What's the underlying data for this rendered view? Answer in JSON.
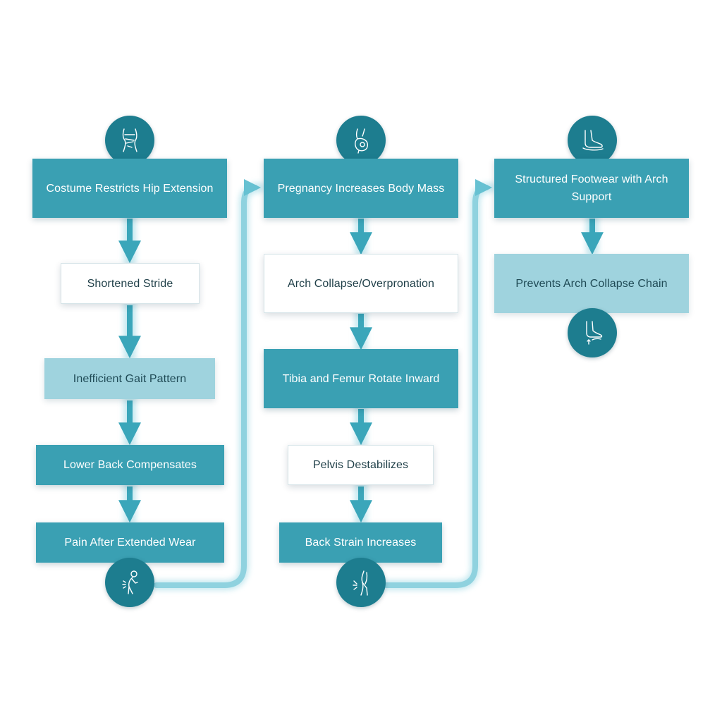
{
  "colors": {
    "primary": "#3aa0b3",
    "light": "#9fd3de",
    "badge": "#1d7d8f",
    "connector": "#93d3e0"
  },
  "columns": [
    {
      "top_icon": "hip-costume-icon",
      "steps": [
        "Costume Restricts Hip Extension",
        "Shortened Stride",
        "Inefficient Gait Pattern",
        "Lower Back Compensates",
        "Pain After Extended Wear"
      ],
      "bottom_icon": "back-pain-figure-icon"
    },
    {
      "top_icon": "pregnant-belly-icon",
      "steps": [
        "Pregnancy Increases Body Mass",
        "Arch Collapse/Overpronation",
        "Tibia and Femur Rotate Inward",
        "Pelvis Destabilizes",
        "Back Strain Increases"
      ],
      "bottom_icon": "back-strain-figure-icon"
    },
    {
      "top_icon": "shoe-insole-icon",
      "steps": [
        "Structured Footwear with Arch Support",
        "Prevents Arch Collapse Chain"
      ],
      "bottom_icon": "foot-arch-support-icon"
    }
  ]
}
